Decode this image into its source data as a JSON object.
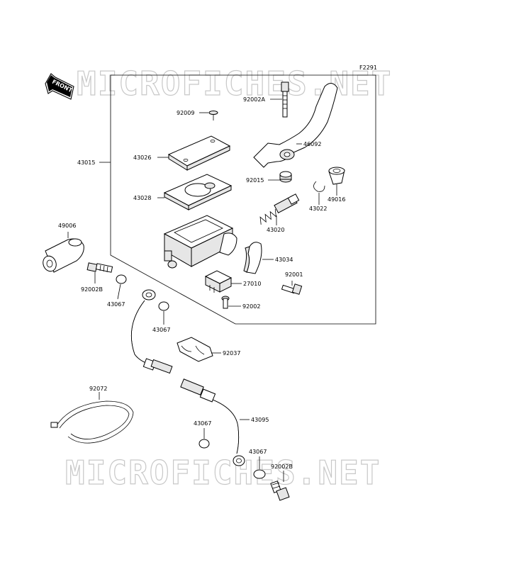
{
  "figure_code": "F2291",
  "front_label": "FRONT",
  "watermarks": [
    "MICROFICHES.NET",
    "MICROFICHES.NET"
  ],
  "parts": [
    {
      "id": "p-92002a",
      "label": "92002A"
    },
    {
      "id": "p-92009",
      "label": "92009"
    },
    {
      "id": "p-46092",
      "label": "46092"
    },
    {
      "id": "p-43015",
      "label": "43015"
    },
    {
      "id": "p-43026",
      "label": "43026"
    },
    {
      "id": "p-92015",
      "label": "92015"
    },
    {
      "id": "p-49016",
      "label": "49016"
    },
    {
      "id": "p-43028",
      "label": "43028"
    },
    {
      "id": "p-43022",
      "label": "43022"
    },
    {
      "id": "p-49006",
      "label": "49006"
    },
    {
      "id": "p-43020",
      "label": "43020"
    },
    {
      "id": "p-43034",
      "label": "43034"
    },
    {
      "id": "p-92001",
      "label": "92001"
    },
    {
      "id": "p-92002b-top",
      "label": "92002B"
    },
    {
      "id": "p-27010",
      "label": "27010"
    },
    {
      "id": "p-43067-a",
      "label": "43067"
    },
    {
      "id": "p-92002",
      "label": "92002"
    },
    {
      "id": "p-43067-b",
      "label": "43067"
    },
    {
      "id": "p-92037",
      "label": "92037"
    },
    {
      "id": "p-92072",
      "label": "92072"
    },
    {
      "id": "p-43095",
      "label": "43095"
    },
    {
      "id": "p-43067-c",
      "label": "43067"
    },
    {
      "id": "p-43067-d",
      "label": "43067"
    },
    {
      "id": "p-92002b-bot",
      "label": "92002B"
    }
  ]
}
